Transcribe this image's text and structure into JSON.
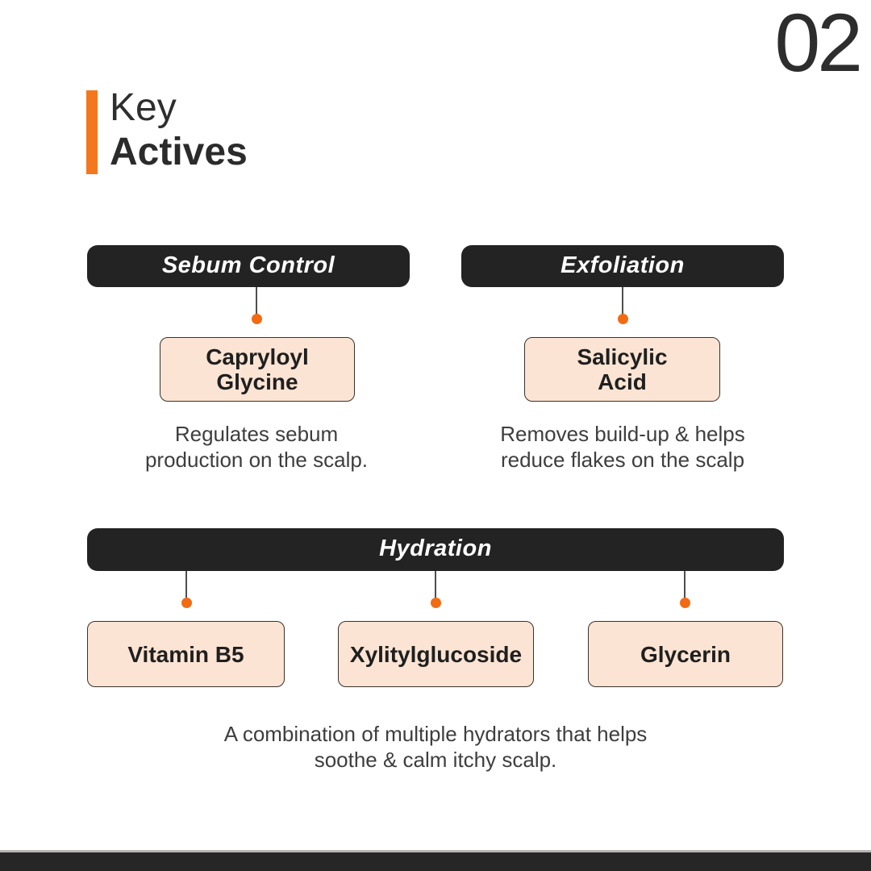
{
  "page_number": "02",
  "header": {
    "title_light": "Key",
    "title_bold": "Actives"
  },
  "colors": {
    "accent_orange": "#F5771D",
    "dot_orange": "#F26B13",
    "pill_dark": "#232323",
    "box_peach": "#FBE4D3",
    "footer_dark": "#262626"
  },
  "groups": [
    {
      "label": "Sebum Control",
      "actives": [
        "Capryloyl\nGlycine"
      ],
      "description": "Regulates sebum\nproduction on the scalp."
    },
    {
      "label": "Exfoliation",
      "actives": [
        "Salicylic\nAcid"
      ],
      "description": "Removes build-up & helps\nreduce flakes on the scalp"
    },
    {
      "label": "Hydration",
      "actives": [
        "Vitamin B5",
        "Xylitylglucoside",
        "Glycerin"
      ],
      "description": "A combination of multiple hydrators that helps\nsoothe & calm itchy scalp."
    }
  ]
}
